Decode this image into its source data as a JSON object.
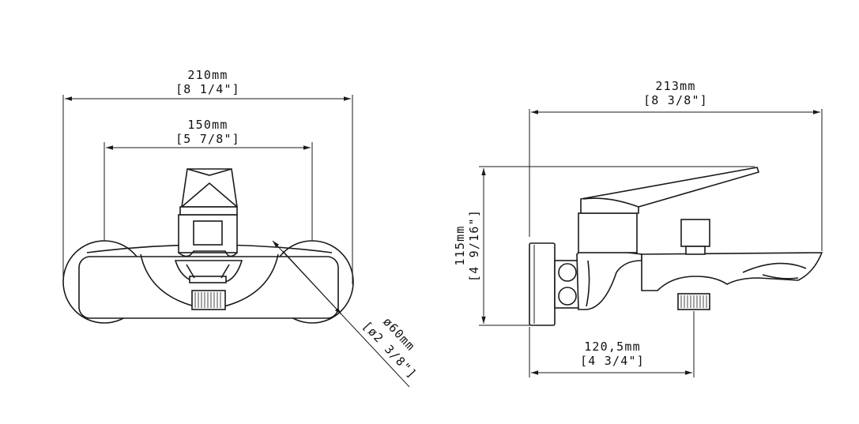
{
  "front_view": {
    "overall_width": {
      "metric": "210mm",
      "imperial": "[8 1/4\"]"
    },
    "center_distance": {
      "metric": "150mm",
      "imperial": "[5 7/8\"]"
    },
    "flange_diameter": {
      "metric": "ø60mm",
      "imperial": "[ø2 3/8\"]"
    }
  },
  "side_view": {
    "overall_depth": {
      "metric": "213mm",
      "imperial": "[8 3/8\"]"
    },
    "height": {
      "metric": "115mm",
      "imperial": "[4 9/16\"]"
    },
    "outlet_distance": {
      "metric": "120,5mm",
      "imperial": "[4 3/4\"]"
    }
  }
}
